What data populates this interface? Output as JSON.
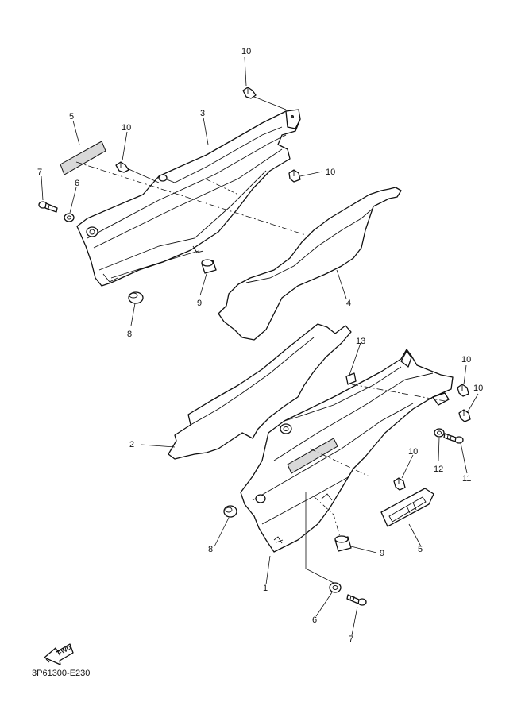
{
  "diagram": {
    "code": "3P61300-E230",
    "fwd_label": "FWD",
    "callouts": {
      "c1": "1",
      "c2": "2",
      "c3": "3",
      "c4": "4",
      "c5a": "5",
      "c5b": "5",
      "c6a": "6",
      "c6b": "6",
      "c7a": "7",
      "c7b": "7",
      "c8a": "8",
      "c8b": "8",
      "c9a": "9",
      "c9b": "9",
      "c10a": "10",
      "c10b": "10",
      "c10c": "10",
      "c10d": "10",
      "c10e": "10",
      "c10f": "10",
      "c11": "11",
      "c12": "12",
      "c13": "13"
    }
  }
}
